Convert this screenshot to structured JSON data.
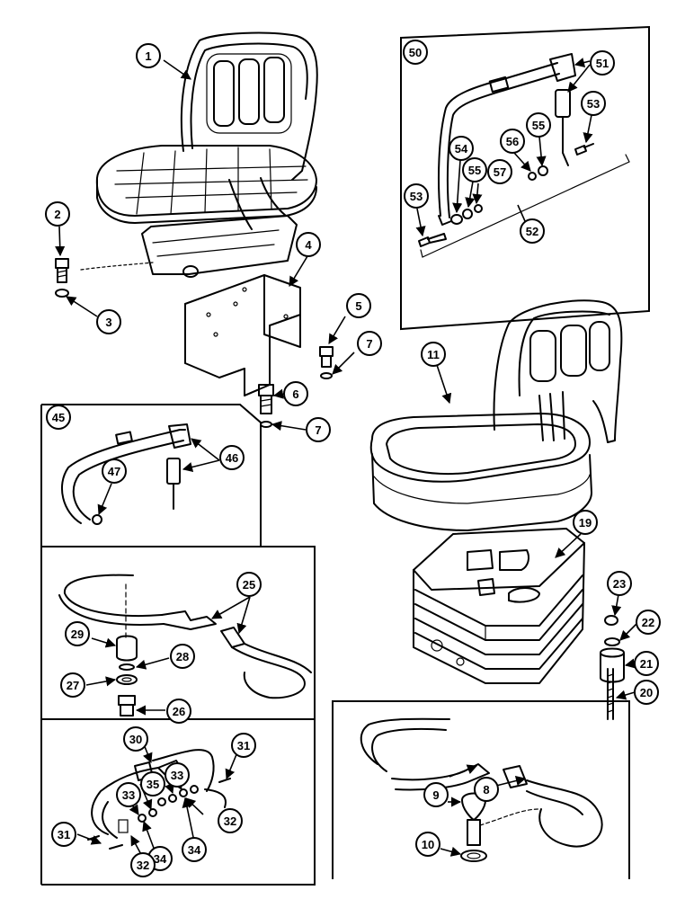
{
  "callouts": {
    "c1": "1",
    "c2": "2",
    "c3": "3",
    "c4": "4",
    "c5": "5",
    "c6": "6",
    "c7a": "7",
    "c7b": "7",
    "c8": "8",
    "c9": "9",
    "c10": "10",
    "c11": "11",
    "c19": "19",
    "c20": "20",
    "c21": "21",
    "c22": "22",
    "c23": "23",
    "c25": "25",
    "c26": "26",
    "c27": "27",
    "c28": "28",
    "c29": "29",
    "c30": "30",
    "c31a": "31",
    "c31b": "31",
    "c32a": "32",
    "c32b": "32",
    "c33a": "33",
    "c33b": "33",
    "c34a": "34",
    "c34b": "34",
    "c35": "35",
    "c45": "45",
    "c46": "46",
    "c47": "47",
    "c50": "50",
    "c51": "51",
    "c52": "52",
    "c53a": "53",
    "c53b": "53",
    "c54": "54",
    "c55a": "55",
    "c55b": "55",
    "c56": "56",
    "c57": "57"
  }
}
